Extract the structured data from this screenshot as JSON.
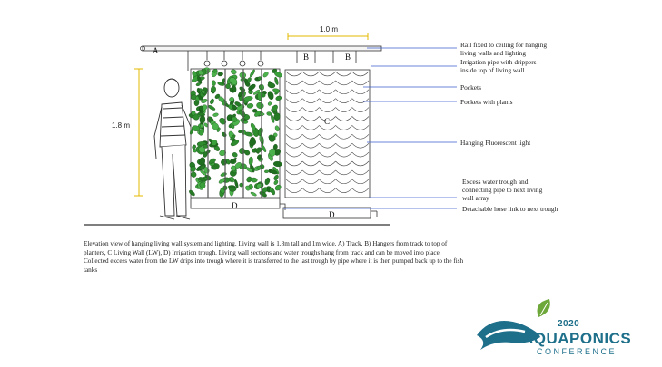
{
  "diagram": {
    "dimensions": {
      "width": "1.0 m",
      "height": "1.8 m"
    },
    "letters": {
      "track": "A",
      "hanger_1": "B",
      "hanger_2": "B",
      "living_wall": "C",
      "trough_1": "D",
      "trough_2": "D"
    },
    "callouts": [
      {
        "text": "Rail fixed to ceiling for hanging living walls and lighting",
        "lines": [
          "Rail fixed to ceiling for hanging",
          "living walls and lighting"
        ]
      },
      {
        "text": "Irrigation pipe with drippers inside top of living wall",
        "lines": [
          "Irrigation pipe with drippers",
          "inside top of living wall"
        ]
      },
      {
        "text": "Pockets",
        "lines": [
          "Pockets"
        ]
      },
      {
        "text": "Pockets with plants",
        "lines": [
          "Pockets with plants"
        ]
      },
      {
        "text": "Hanging Fluorescent light",
        "lines": [
          "Hanging Fluorescent light"
        ]
      },
      {
        "text": "Excess water trough and connecting pipe to next living wall array",
        "lines": [
          "Excess water trough and",
          "connecting pipe to next living",
          "wall array"
        ]
      },
      {
        "text": "Detachable hose link to next trough",
        "lines": [
          "Detachable hose link to next trough"
        ]
      }
    ]
  },
  "caption": "Elevation view of hanging living wall system and lighting. Living wall is 1.8m tall and 1m wide. A) Track, B) Hangers from track to top of planters, C Living Wall (LW), D) Irrigation trough. Living wall sections and water troughs hang from track and can be moved into place. Collected excess water from the LW drips into trough where it is transferred to the last trough by pipe where it is then pumped back up to the fish tanks",
  "logo": {
    "year": "2020",
    "name": "AQUAPONICS",
    "subtitle": "CONFERENCE",
    "colors": {
      "teal": "#1e6f8a",
      "green": "#6fa83a"
    }
  }
}
